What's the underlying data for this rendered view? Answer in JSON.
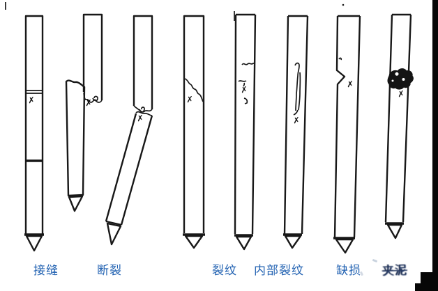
{
  "diagram": {
    "background_color": "#ffffff",
    "ink_color": "#181818",
    "label_color": "#2262b2",
    "marker_glyph": "✗",
    "labels": [
      {
        "id": "jiefeng",
        "text": "接缝",
        "obscured": false
      },
      {
        "id": "duanlie",
        "text": "断裂",
        "obscured": false
      },
      {
        "id": "liewen",
        "text": "裂纹",
        "obscured": false
      },
      {
        "id": "neibuliewen",
        "text": "内部裂纹",
        "obscured": false
      },
      {
        "id": "quesun",
        "text": "缺损",
        "obscured": false
      },
      {
        "id": "jiani",
        "text": "夹泥",
        "obscured": true
      }
    ]
  }
}
